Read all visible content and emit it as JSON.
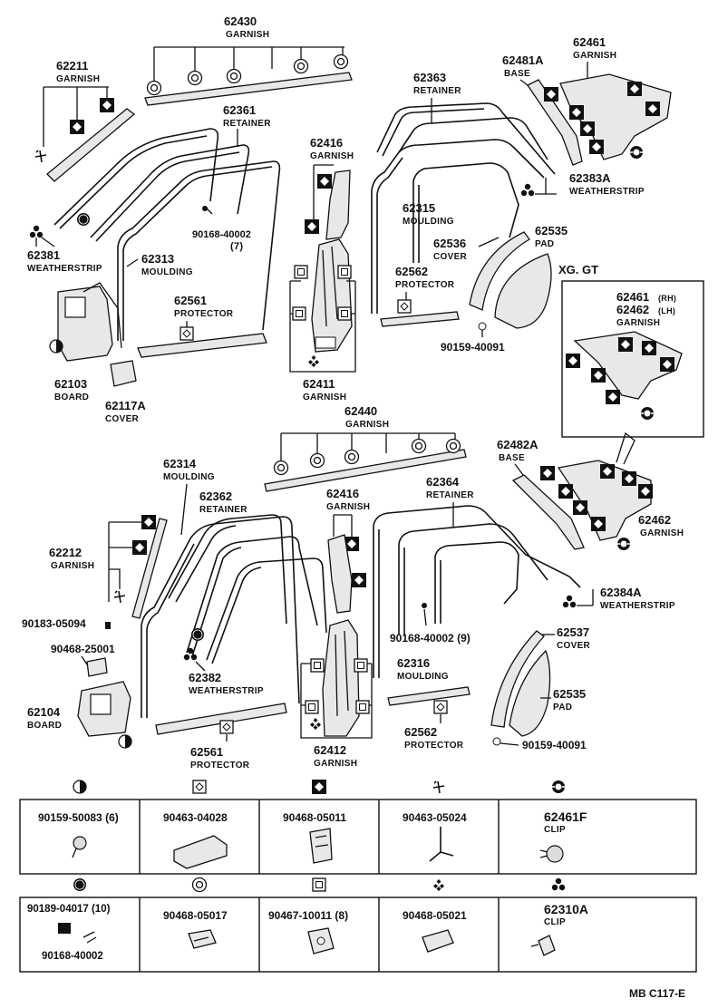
{
  "callouts": {
    "p62430": {
      "num": "62430",
      "name": "GARNISH"
    },
    "p62211": {
      "num": "62211",
      "name": "GARNISH"
    },
    "p62361": {
      "num": "62361",
      "name": "RETAINER"
    },
    "p62363": {
      "num": "62363",
      "name": "RETAINER"
    },
    "p62481A": {
      "num": "62481A",
      "name": "BASE"
    },
    "p62461": {
      "num": "62461",
      "name": "GARNISH"
    },
    "p62383A": {
      "num": "62383A",
      "name": "WEATHERSTRIP"
    },
    "p62416a": {
      "num": "62416",
      "name": "GARNISH"
    },
    "p62315": {
      "num": "62315",
      "name": "MOULDING"
    },
    "p90168a": {
      "num": "90168-40002",
      "name": "(7)"
    },
    "p62381": {
      "num": "62381",
      "name": "WEATHERSTRIP"
    },
    "p62313": {
      "num": "62313",
      "name": "MOULDING"
    },
    "p62536": {
      "num": "62536",
      "name": "COVER"
    },
    "p62535a": {
      "num": "62535",
      "name": "PAD"
    },
    "p62562a": {
      "num": "62562",
      "name": "PROTECTOR"
    },
    "p62561a": {
      "num": "62561",
      "name": "PROTECTOR"
    },
    "p90159a": {
      "num": "90159-40091",
      "name": ""
    },
    "p62103": {
      "num": "62103",
      "name": "BOARD"
    },
    "p62117A": {
      "num": "62117A",
      "name": "COVER"
    },
    "p62411": {
      "num": "62411",
      "name": "GARNISH"
    },
    "xggt": {
      "title": "XG. GT",
      "num1": "62461",
      "suffix1": "(RH)",
      "num2": "62462",
      "suffix2": "(LH)",
      "name": "GARNISH"
    },
    "p62440": {
      "num": "62440",
      "name": "GARNISH"
    },
    "p62482A": {
      "num": "62482A",
      "name": "BASE"
    },
    "p62314": {
      "num": "62314",
      "name": "MOULDING"
    },
    "p62364": {
      "num": "62364",
      "name": "RETAINER"
    },
    "p62416b": {
      "num": "62416",
      "name": "GARNISH"
    },
    "p62362": {
      "num": "62362",
      "name": "RETAINER"
    },
    "p62462": {
      "num": "62462",
      "name": "GARNISH"
    },
    "p62212": {
      "num": "62212",
      "name": "GARNISH"
    },
    "p62384A": {
      "num": "62384A",
      "name": "WEATHERSTRIP"
    },
    "p90183": {
      "num": "90183-05094",
      "name": ""
    },
    "p90168b": {
      "num": "90168-40002 (9)",
      "name": ""
    },
    "p90468": {
      "num": "90468-25001",
      "name": ""
    },
    "p62537": {
      "num": "62537",
      "name": "COVER"
    },
    "p62316": {
      "num": "62316",
      "name": "MOULDING"
    },
    "p62382": {
      "num": "62382",
      "name": "WEATHERSTRIP"
    },
    "p62104": {
      "num": "62104",
      "name": "BOARD"
    },
    "p62535b": {
      "num": "62535",
      "name": "PAD"
    },
    "p62561b": {
      "num": "62561",
      "name": "PROTECTOR"
    },
    "p62412": {
      "num": "62412",
      "name": "GARNISH"
    },
    "p62562b": {
      "num": "62562",
      "name": "PROTECTOR"
    },
    "p90159b": {
      "num": "90159-40091",
      "name": ""
    }
  },
  "legend_rows": [
    [
      {
        "num": "90159-50083 (6)",
        "name": "",
        "symbol": "half-circle"
      },
      {
        "num": "90463-04028",
        "name": "",
        "symbol": "open-square-diamond"
      },
      {
        "num": "90468-05011",
        "name": "",
        "symbol": "filled-square-diamond"
      },
      {
        "num": "90463-05024",
        "name": "",
        "symbol": "cross-mark"
      },
      {
        "num": "62461F",
        "name": "CLIP",
        "symbol": "ring-dot"
      }
    ],
    [
      {
        "num": "90189-04017 (10)",
        "num2": "90168-40002",
        "name": "",
        "symbol": "dot-circle"
      },
      {
        "num": "90468-05017",
        "name": "",
        "symbol": "double-circle"
      },
      {
        "num": "90467-10011 (8)",
        "name": "",
        "symbol": "square-in-square"
      },
      {
        "num": "90468-05021",
        "name": "",
        "symbol": "diamond-cluster"
      },
      {
        "num": "62310A",
        "name": "CLIP",
        "symbol": "triple-dot"
      }
    ]
  ],
  "footer": {
    "code": "MB  C117-E"
  }
}
